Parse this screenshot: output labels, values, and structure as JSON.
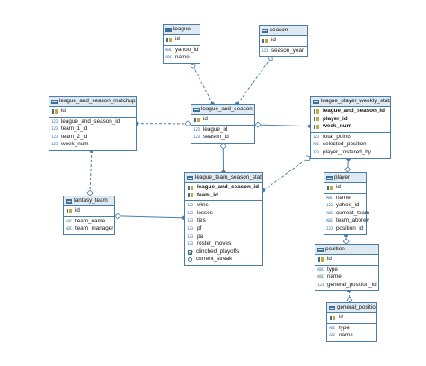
{
  "diagram": {
    "entities": [
      {
        "key": "league",
        "name": "league",
        "columns": [
          {
            "name": "id",
            "type": "pk"
          },
          {
            "name": "yahoo_id",
            "type": "abc"
          },
          {
            "name": "name",
            "type": "abc"
          }
        ]
      },
      {
        "key": "season",
        "name": "season",
        "columns": [
          {
            "name": "id",
            "type": "pk"
          },
          {
            "name": "season_year",
            "type": "123"
          }
        ]
      },
      {
        "key": "league_and_season_matchups",
        "name": "league_and_season_matchups",
        "columns": [
          {
            "name": "id",
            "type": "pk"
          },
          {
            "name": "league_and_season_id",
            "type": "123"
          },
          {
            "name": "team_1_id",
            "type": "123"
          },
          {
            "name": "team_2_id",
            "type": "123"
          },
          {
            "name": "week_num",
            "type": "123"
          }
        ]
      },
      {
        "key": "league_and_season",
        "name": "league_and_season",
        "columns": [
          {
            "name": "id",
            "type": "pk"
          },
          {
            "name": "league_id",
            "type": "123"
          },
          {
            "name": "season_id",
            "type": "123"
          }
        ]
      },
      {
        "key": "league_player_weekly_stats",
        "name": "league_player_weekly_stats",
        "columns": [
          {
            "name": "league_and_season_id",
            "type": "pk"
          },
          {
            "name": "player_id",
            "type": "pk"
          },
          {
            "name": "week_num",
            "type": "pk"
          },
          {
            "name": "total_points",
            "type": "123"
          },
          {
            "name": "selected_position",
            "type": "abc"
          },
          {
            "name": "player_rostered_by",
            "type": "123"
          }
        ]
      },
      {
        "key": "league_team_season_stats",
        "name": "league_team_season_stats",
        "columns": [
          {
            "name": "league_and_season_id",
            "type": "pk"
          },
          {
            "name": "team_id",
            "type": "pk"
          },
          {
            "name": "wins",
            "type": "123"
          },
          {
            "name": "losses",
            "type": "123"
          },
          {
            "name": "ties",
            "type": "123"
          },
          {
            "name": "pf",
            "type": "123"
          },
          {
            "name": "pa",
            "type": "123"
          },
          {
            "name": "roster_moves",
            "type": "123"
          },
          {
            "name": "clinched_playoffs",
            "type": "bool"
          },
          {
            "name": "current_streak",
            "type": "time"
          }
        ]
      },
      {
        "key": "fantasy_team",
        "name": "fantasy_team",
        "columns": [
          {
            "name": "id",
            "type": "pk"
          },
          {
            "name": "team_name",
            "type": "abc"
          },
          {
            "name": "team_manager",
            "type": "abc"
          }
        ]
      },
      {
        "key": "player",
        "name": "player",
        "columns": [
          {
            "name": "id",
            "type": "pk"
          },
          {
            "name": "name",
            "type": "abc"
          },
          {
            "name": "yahoo_id",
            "type": "123"
          },
          {
            "name": "current_team",
            "type": "abc"
          },
          {
            "name": "team_abbrev",
            "type": "abc"
          },
          {
            "name": "position_id",
            "type": "123"
          }
        ]
      },
      {
        "key": "position",
        "name": "position",
        "columns": [
          {
            "name": "id",
            "type": "pk"
          },
          {
            "name": "type",
            "type": "abc"
          },
          {
            "name": "name",
            "type": "abc"
          },
          {
            "name": "general_position_id",
            "type": "123"
          }
        ]
      },
      {
        "key": "general_position",
        "name": "general_position",
        "columns": [
          {
            "name": "id",
            "type": "pk"
          },
          {
            "name": "type",
            "type": "abc"
          },
          {
            "name": "name",
            "type": "abc"
          }
        ]
      }
    ],
    "relationships": [
      {
        "from": "league_and_season",
        "to": "league",
        "style": "dashed"
      },
      {
        "from": "league_and_season",
        "to": "season",
        "style": "dashed"
      },
      {
        "from": "league_and_season_matchups",
        "to": "league_and_season",
        "style": "dashed"
      },
      {
        "from": "league_and_season_matchups",
        "to": "fantasy_team",
        "style": "dashed"
      },
      {
        "from": "league_player_weekly_stats",
        "to": "league_and_season",
        "style": "solid"
      },
      {
        "from": "league_team_season_stats",
        "to": "league_and_season",
        "style": "solid"
      },
      {
        "from": "league_team_season_stats",
        "to": "fantasy_team",
        "style": "solid"
      },
      {
        "from": "league_player_weekly_stats",
        "to": "player",
        "style": "solid"
      },
      {
        "from": "league_team_season_stats",
        "to": "league_player_weekly_stats",
        "style": "dashed"
      },
      {
        "from": "player",
        "to": "position",
        "style": "solid"
      },
      {
        "from": "position",
        "to": "general_position",
        "style": "dashed"
      }
    ],
    "colors": {
      "border": "#4a7ea8",
      "header": "#dfe9f2",
      "line": "#4a7ea8",
      "key_icon": "#3b6fa0"
    }
  }
}
